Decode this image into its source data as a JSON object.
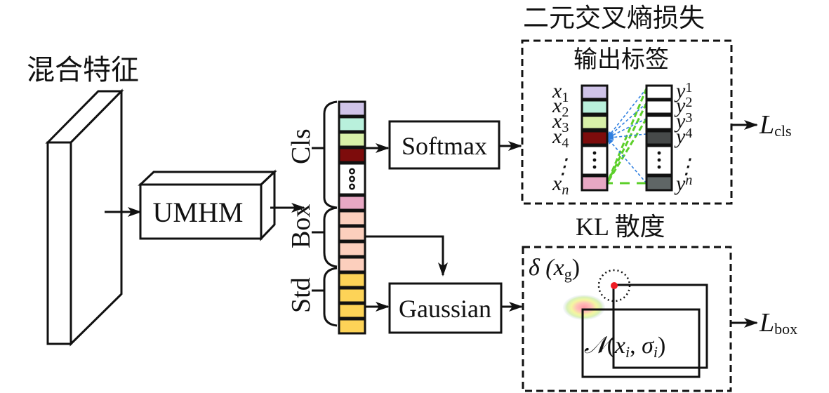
{
  "diagram": {
    "input": {
      "label": "混合特征"
    },
    "module": {
      "label": "UMHM"
    },
    "brackets": {
      "cls": "Cls",
      "box": "Box",
      "std": "Std"
    },
    "feature_cells": [
      {
        "group": "cls",
        "color": "#cfc3e8"
      },
      {
        "group": "cls",
        "color": "#b9f0dc"
      },
      {
        "group": "cls",
        "color": "#d8f0a8"
      },
      {
        "group": "cls",
        "color": "#7d0c0c"
      },
      {
        "group": "cls",
        "color": "#ffffff",
        "ellipsis": true
      },
      {
        "group": "cls",
        "color": "#e8a8c4"
      },
      {
        "group": "box",
        "color": "#fccfbd"
      },
      {
        "group": "box",
        "color": "#fccfbd"
      },
      {
        "group": "box",
        "color": "#fccfbd"
      },
      {
        "group": "box",
        "color": "#fccfbd"
      },
      {
        "group": "std",
        "color": "#fdd357"
      },
      {
        "group": "std",
        "color": "#fdd357"
      },
      {
        "group": "std",
        "color": "#fdd357"
      },
      {
        "group": "std",
        "color": "#fdd357"
      }
    ],
    "softmax": {
      "label": "Softmax"
    },
    "gaussian": {
      "label": "Gaussian"
    },
    "bce": {
      "title": "二元交叉熵损失",
      "panel_title": "输出标签",
      "x_labels": [
        {
          "base": "x",
          "sub": "1"
        },
        {
          "base": "x",
          "sub": "2"
        },
        {
          "base": "x",
          "sub": "3"
        },
        {
          "base": "x",
          "sub": "4"
        },
        {
          "base": "⋮",
          "sub": ""
        },
        {
          "base": "x",
          "sub": "n"
        }
      ],
      "y_labels": [
        {
          "base": "y",
          "sub": "1"
        },
        {
          "base": "y",
          "sub": "2"
        },
        {
          "base": "y",
          "sub": "3"
        },
        {
          "base": "y",
          "sub": "4"
        },
        {
          "base": "⋮",
          "sub": ""
        },
        {
          "base": "y",
          "sub": "n"
        }
      ],
      "x_colors": [
        "#cfc3e8",
        "#b9f0dc",
        "#d8f0a8",
        "#7d0c0c",
        "#ffffff",
        "#e8a8c4"
      ],
      "y_colors": [
        "#ffffff",
        "#ffffff",
        "#ffffff",
        "#474a4a",
        "#ffffff",
        "#5f6666"
      ],
      "blue_line_color": "#2f7fe0",
      "green_line_color": "#5ccf2a",
      "output": {
        "base": "L",
        "sub": "cls"
      }
    },
    "kl": {
      "title": "KL 散度",
      "delta_label": {
        "prefix": "δ (",
        "base": "x",
        "sub": "g",
        "suffix": ")"
      },
      "normal_label": {
        "script": "𝒩",
        "open": "(",
        "x": "x",
        "xsub": "i",
        "comma": ", ",
        "s": "σ",
        "ssub": "i",
        "close": ")"
      },
      "point_color": "#ee1c24",
      "output": {
        "base": "L",
        "sub": "box"
      }
    }
  }
}
